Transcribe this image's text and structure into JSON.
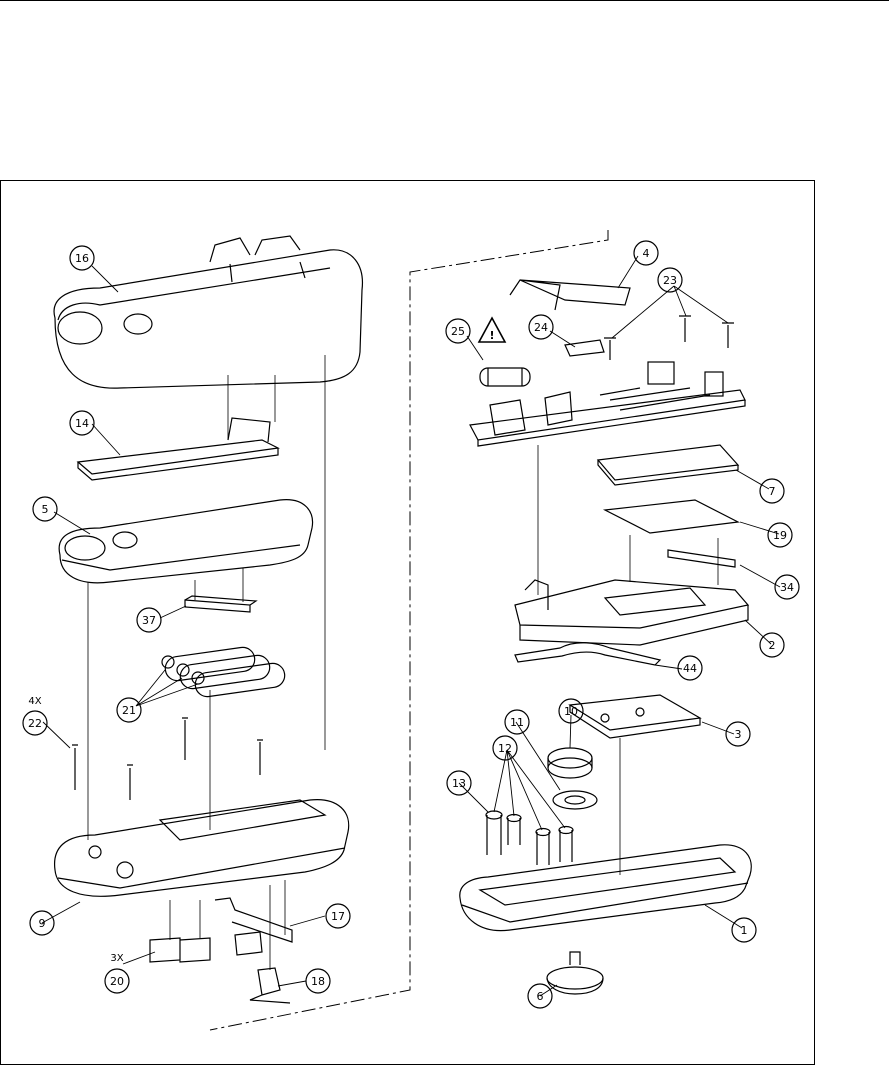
{
  "document": {
    "title": "Exploded parts diagram",
    "quantity_marks": {
      "screws": "4X",
      "clips": "3X"
    },
    "callouts": {
      "c1": "1",
      "c2": "2",
      "c3": "3",
      "c4": "4",
      "c5": "5",
      "c6": "6",
      "c7": "7",
      "c9": "9",
      "c10": "10",
      "c11": "11",
      "c12": "12",
      "c13": "13",
      "c14": "14",
      "c16": "16",
      "c17": "17",
      "c18": "18",
      "c19": "19",
      "c20": "20",
      "c21": "21",
      "c22": "22",
      "c23": "23",
      "c24": "24",
      "c25": "25",
      "c34": "34",
      "c37": "37",
      "c44": "44"
    },
    "warning_symbol": "!",
    "colors": {
      "ink": "#000000",
      "paper": "#ffffff"
    }
  }
}
